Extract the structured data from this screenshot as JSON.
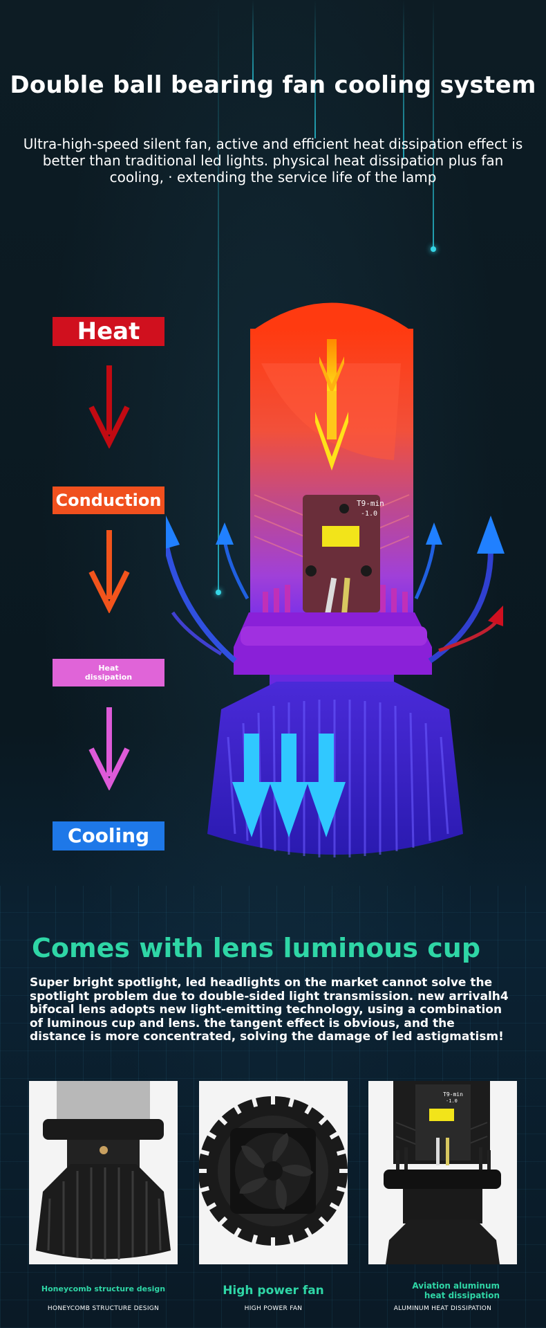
{
  "header": {
    "title": "Double ball bearing fan cooling system",
    "subtitle": "Ultra-high-speed silent fan, active and efficient heat dissipation effect is better than traditional led lights. physical heat dissipation plus fan cooling, · extending the service life of the lamp"
  },
  "stages": [
    {
      "label": "Heat",
      "color": "#d0101e"
    },
    {
      "label": "Conduction",
      "color": "#f0501e"
    },
    {
      "label": "Heat dissipation",
      "color": "#e064d8"
    },
    {
      "label": "Cooling",
      "color": "#1e78e8"
    }
  ],
  "lamp": {
    "chip_label": "T9-min",
    "chip_sublabel": "-1.0"
  },
  "section2": {
    "title": "Comes with lens luminous cup",
    "body": "Super bright spotlight, led headlights on the market cannot solve the spotlight problem due to double-sided light transmission. new arrivalh4 bifocal lens adopts new light-emitting technology, using a combination of luminous cup and lens. the tangent effect is obvious, and the distance is more concentrated, solving the damage of led astigmatism!"
  },
  "features": [
    {
      "caption": "Honeycomb structure design",
      "subcaption": "HONEYCOMB STRUCTURE DESIGN"
    },
    {
      "caption": "High power fan",
      "subcaption": "HIGH POWER FAN"
    },
    {
      "caption": "Aviation aluminum heat dissipation",
      "subcaption": "ALUMINUM HEAT DISSIPATION"
    }
  ],
  "feature3_chip": {
    "label": "T9-min",
    "sublabel": "-1.0"
  },
  "colors": {
    "accent_green": "#2fd6a6",
    "heat_red": "#d0101e",
    "conduction_orange": "#f0501e",
    "dissipation_pink": "#e064d8",
    "cooling_blue": "#1e78e8"
  }
}
